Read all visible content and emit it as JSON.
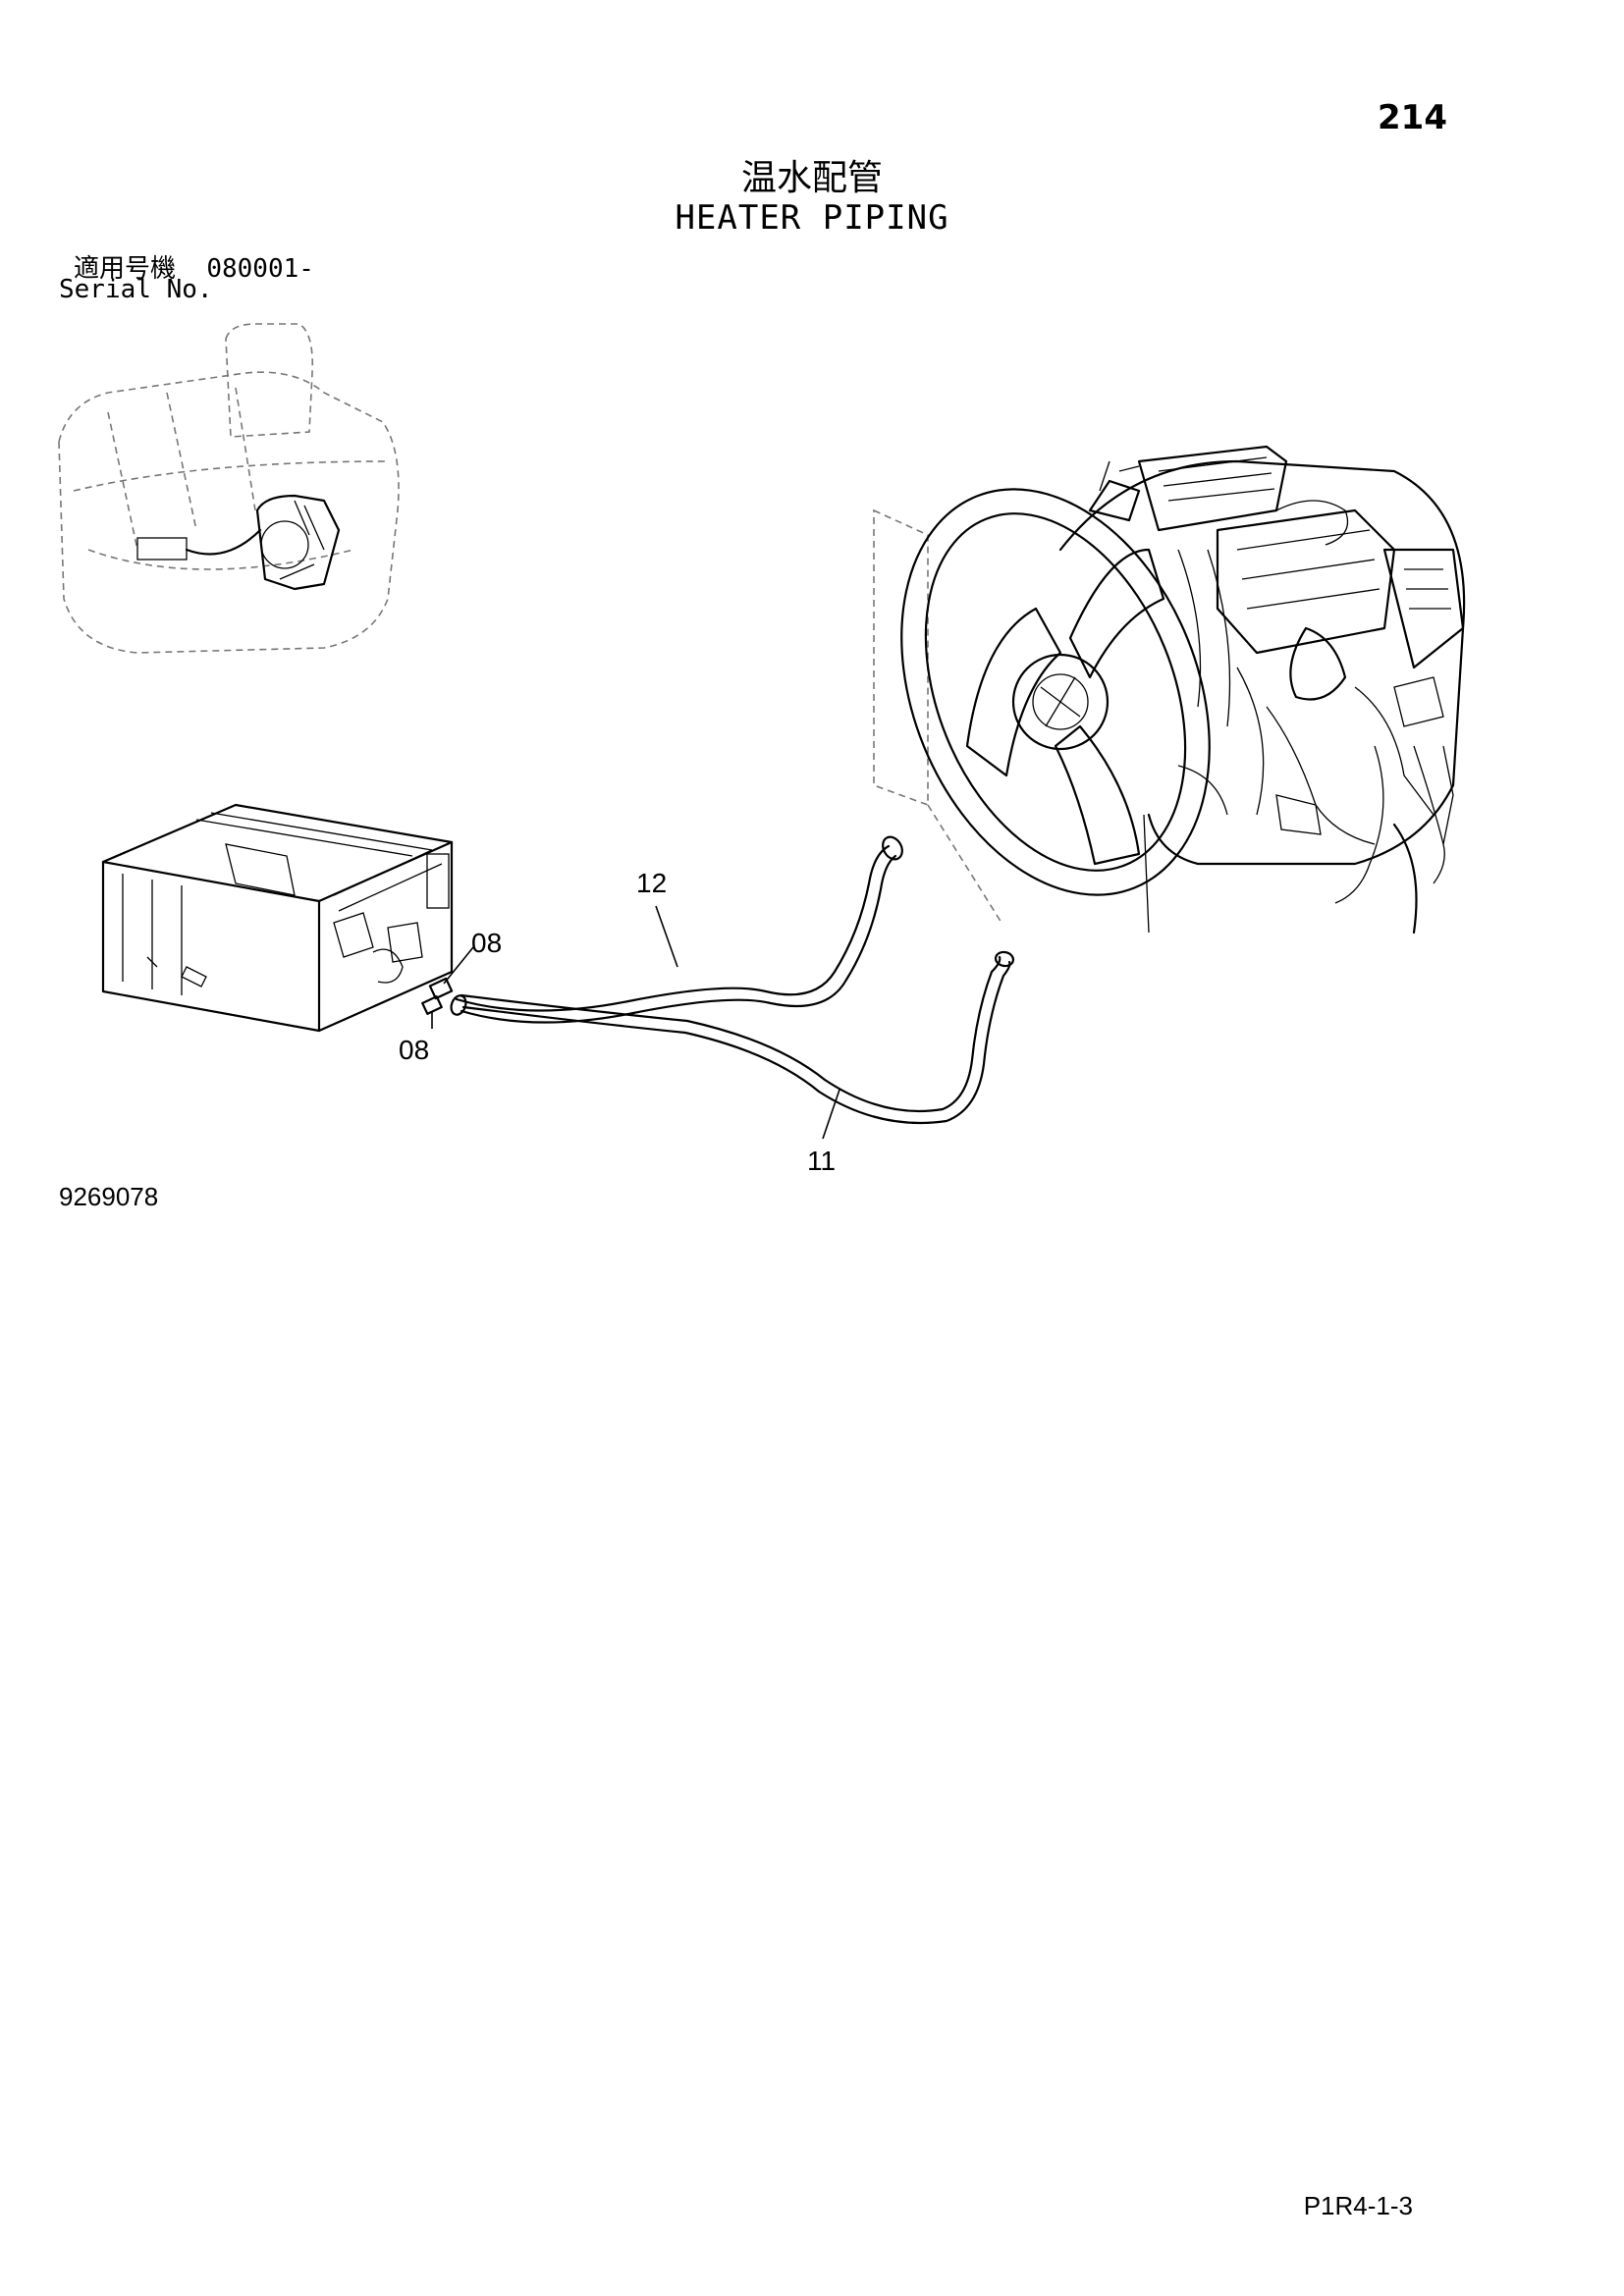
{
  "header": {
    "page_number": "214",
    "title_ja": "温水配管",
    "title_en": "HEATER PIPING"
  },
  "serial": {
    "label_ja": "適用号機",
    "range": "080001-",
    "label_en": "Serial No."
  },
  "callouts": {
    "hose_upper": "12",
    "hose_lower": "11",
    "clamp_upper": "08",
    "clamp_lower": "08"
  },
  "footer": {
    "drawing_number": "9269078",
    "sheet_code": "P1R4-1-3"
  },
  "icons": [
    "machine-overview-icon",
    "heater-unit-icon",
    "engine-fan-icon",
    "hose-icon"
  ]
}
